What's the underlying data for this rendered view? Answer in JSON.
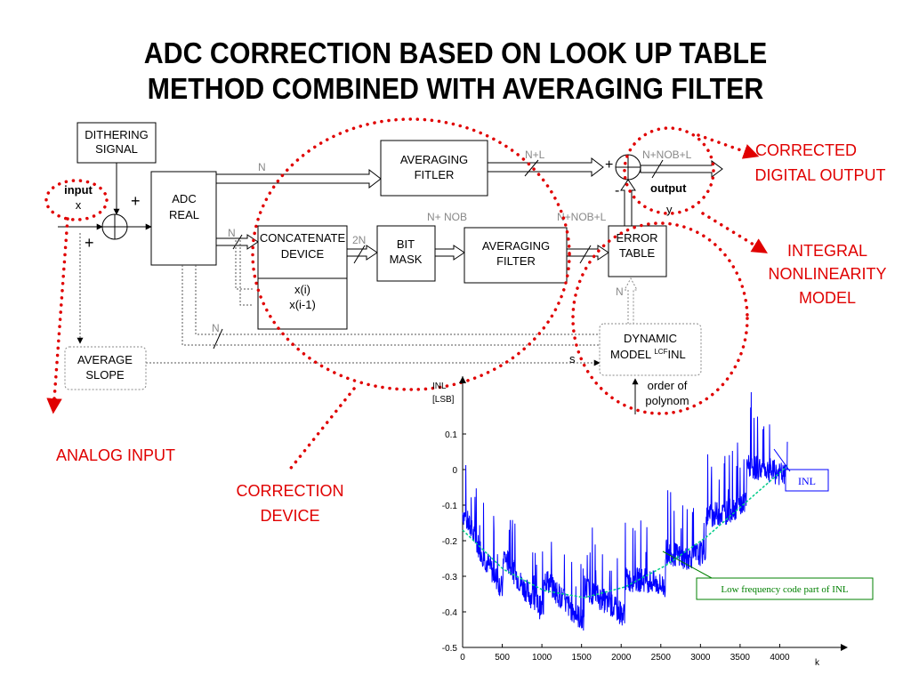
{
  "title": {
    "line1": "ADC CORRECTION BASED ON LOOK UP TABLE",
    "line2": "METHOD COMBINED WITH AVERAGING FILTER"
  },
  "blocks": {
    "dithering": [
      "DITHERING",
      "SIGNAL"
    ],
    "adc": [
      "ADC",
      "REAL"
    ],
    "avg_top": [
      "AVERAGING",
      "FITLER"
    ],
    "concat": [
      "CONCATENATE",
      "DEVICE"
    ],
    "concat_inputs": [
      "x(i)",
      "x(i-1)"
    ],
    "bit_mask": [
      "BIT",
      "MASK"
    ],
    "avg_mid": [
      "AVERAGING",
      "FILTER"
    ],
    "error_table": [
      "ERROR",
      "TABLE"
    ],
    "dyn_model": [
      "DYNAMIC",
      "MODEL ",
      "LCF",
      "INL"
    ],
    "avg_slope": [
      "AVERAGE",
      "SLOPE"
    ]
  },
  "labels": {
    "input": [
      "input",
      "x"
    ],
    "output": [
      "output",
      "y"
    ],
    "plus": "+",
    "minus": "-",
    "n": "N",
    "n_l": "N+L",
    "n_nob_l": "N+NOB+L",
    "two_n": "2N",
    "n_nob": "N+ NOB",
    "s": "s",
    "order": [
      "order of",
      "polynom"
    ]
  },
  "annotations": {
    "corrected": [
      "CORRECTED",
      "DIGITAL OUTPUT"
    ],
    "inl_model": [
      "INTEGRAL",
      "NONLINEARITY",
      "MODEL"
    ],
    "analog_input": "ANALOG INPUT",
    "correction_device": [
      "CORRECTION",
      "DEVICE"
    ]
  },
  "colors": {
    "annotation": "#e00000",
    "inl_series": "#0000ff",
    "lowfreq_series": "#00cc88",
    "lowfreq_box": "#008000"
  },
  "chart_data": {
    "type": "line",
    "xlabel": "k",
    "ylabel": [
      "INL",
      "[LSB]"
    ],
    "xlim": [
      0,
      4096
    ],
    "ylim": [
      -0.5,
      0.2
    ],
    "xticks": [
      0,
      500,
      1000,
      1500,
      2000,
      2500,
      3000,
      3500,
      4000
    ],
    "yticks": [
      0.1,
      0,
      -0.1,
      -0.2,
      -0.3,
      -0.4,
      -0.5
    ],
    "series": [
      {
        "name": "INL",
        "x": [
          0,
          256,
          512,
          768,
          1024,
          1280,
          1536,
          1792,
          2048,
          2304,
          2560,
          2816,
          3072,
          3328,
          3584,
          3840,
          4096
        ],
        "y": [
          -0.17,
          -0.24,
          -0.29,
          -0.33,
          -0.35,
          -0.37,
          -0.38,
          -0.37,
          -0.36,
          -0.31,
          -0.28,
          -0.25,
          -0.18,
          -0.12,
          -0.04,
          0.0,
          0.03
        ]
      },
      {
        "name": "Low frequency code part of INL",
        "x": [
          0,
          512,
          1024,
          1536,
          2048,
          2560,
          3072,
          3584,
          4096
        ],
        "y": [
          -0.17,
          -0.28,
          -0.34,
          -0.36,
          -0.33,
          -0.27,
          -0.19,
          -0.09,
          0.01
        ]
      }
    ]
  }
}
